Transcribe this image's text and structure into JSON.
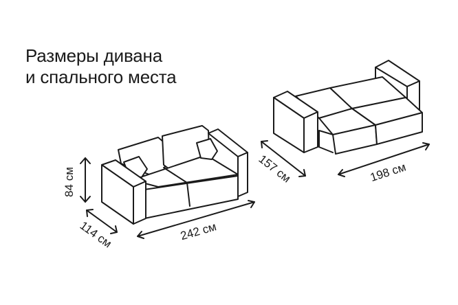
{
  "title": {
    "line1": "Размеры дивана",
    "line2": "и спального места"
  },
  "dimensions": {
    "height": "84 см",
    "depth": "114 см",
    "width": "242 см",
    "bed_depth": "157 см",
    "bed_width": "198 см"
  },
  "colors": {
    "stroke": "#1a1a1a",
    "background": "#ffffff"
  }
}
